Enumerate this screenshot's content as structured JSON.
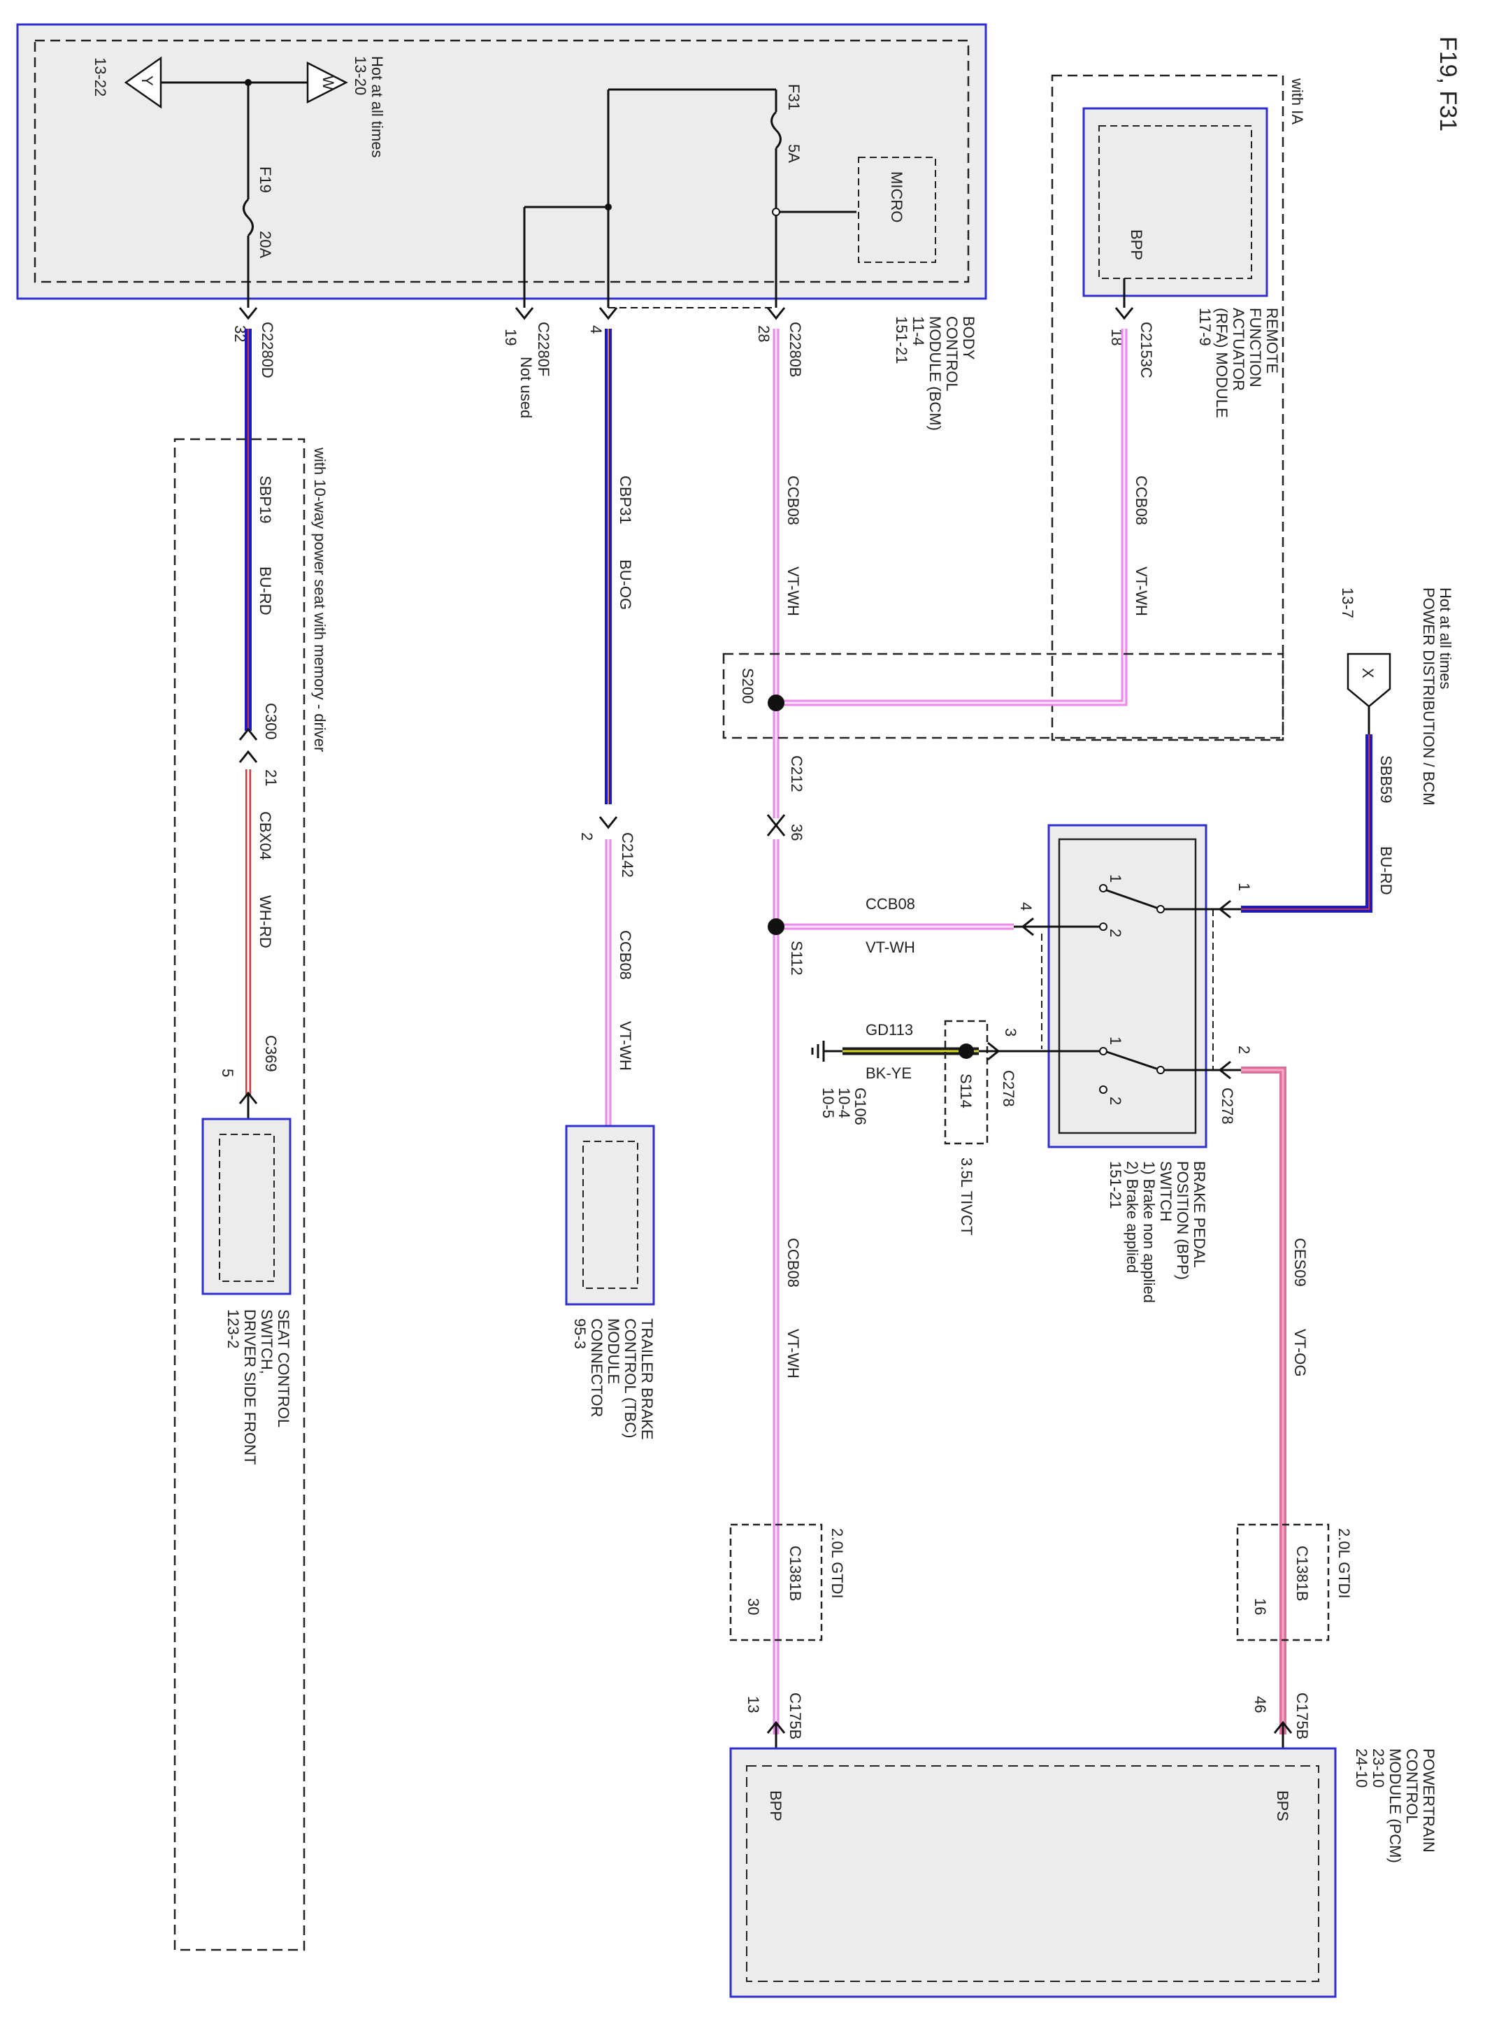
{
  "diagram": {
    "title": "F19, F31",
    "colors": {
      "module_border": "#2f2fd0",
      "module_fill": "#ececec",
      "wire_violet": "#e98ae9",
      "wire_violet_core": "#fbe4fb",
      "wire_blue": "#1a1ac8",
      "wire_white_red": "#d03a3a",
      "wire_black_yellow": "#1a1a1a",
      "wire_yellow_core": "#d8d820",
      "wire_orange_violet": "#e0709a"
    },
    "bcm": {
      "hot_note": "Hot at all times",
      "ref_w": "13-20",
      "ref_y": "13-22",
      "sym_w": "W",
      "sym_y": "Y",
      "fuse_f19": "F19",
      "fuse_f19_rating": "20A",
      "fuse_f31": "F31",
      "fuse_f31_rating": "5A",
      "micro": "MICRO",
      "name_lines": [
        "BODY",
        "CONTROL",
        "MODULE (BCM)",
        "11-4",
        "151-21"
      ],
      "pins": {
        "p32": "32",
        "c2280d": "C2280D",
        "p19": "19",
        "c2280f": "C2280F",
        "not_used": "Not used",
        "p4": "4",
        "p28": "28",
        "c2280b": "C2280B"
      }
    },
    "rfa": {
      "note": "with IA",
      "bpp": "BPP",
      "name_lines": [
        "REMOTE",
        "FUNCTION",
        "ACTUATOR",
        "(RFA) MODULE",
        "117-9"
      ],
      "pin": "18",
      "connector": "C2153C"
    },
    "wires": {
      "ccb08": "CCB08",
      "vt_wh": "VT-WH",
      "sbp19": "SBP19",
      "bu_rd": "BU-RD",
      "cbp31": "CBP31",
      "bu_og": "BU-OG",
      "cbx04": "CBX04",
      "wh_rd": "WH-RD",
      "sbb59": "SBB59",
      "ces09": "CES09",
      "vt_og": "VT-OG",
      "gd113": "GD113",
      "bk_ye": "BK-YE"
    },
    "power_dist": {
      "hot_note": "Hot at all times",
      "name": "POWER DISTRIBUTION / BCM",
      "ref": "13-7",
      "sym": "X"
    },
    "seat": {
      "note": "with 10-way power seat with memory - driver",
      "c300": "C300",
      "c300_pin": "21",
      "c369": "C369",
      "c369_pin": "5",
      "name_lines": [
        "SEAT CONTROL",
        "SWITCH,",
        "DRIVER SIDE FRONT",
        "123-2"
      ]
    },
    "tbc": {
      "connector": "C2142",
      "pin": "2",
      "name_lines": [
        "TRAILER BRAKE",
        "CONTROL (TBC)",
        "MODULE",
        "CONNECTOR",
        "95-3"
      ]
    },
    "splices": {
      "s200": "S200",
      "s112": "S112",
      "s114": "S114",
      "c212": "C212",
      "c212_pin": "36"
    },
    "bpp_switch": {
      "name_lines": [
        "BRAKE PEDAL",
        "POSITION (BPP)",
        "SWITCH",
        "1) Brake non applied",
        "2) Brake applied",
        "151-21"
      ],
      "pin1": "1",
      "pin2": "2",
      "pin3": "3",
      "pin4": "4",
      "c278": "C278",
      "pos1": "1",
      "pos2": "2"
    },
    "ground": {
      "name": "G106",
      "ref1": "10-4",
      "ref2": "10-5"
    },
    "option_35": "3.5L TIVCT",
    "gtdi_note": "2.0L GTDI",
    "c1381b": "C1381B",
    "c1381b_pin_a": "16",
    "c1381b_pin_b": "30",
    "c175b": "C175B",
    "c175b_pin_a": "46",
    "c175b_pin_b": "13",
    "pcm": {
      "bps": "BPS",
      "bpp": "BPP",
      "name_lines": [
        "POWERTRAIN",
        "CONTROL",
        "MODULE (PCM)",
        "23-10",
        "24-10"
      ]
    }
  }
}
